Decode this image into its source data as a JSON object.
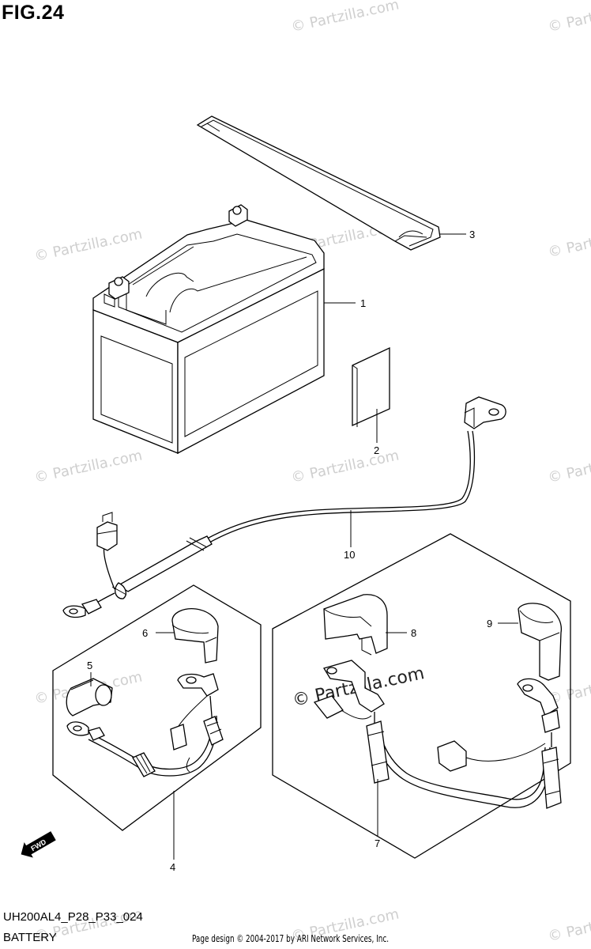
{
  "figure": {
    "title": "FIG.24",
    "code": "UH200AL4_P28_P33_024",
    "subtitle": "BATTERY",
    "credit": "Page design © 2004-2017 by ARI Network Services, Inc."
  },
  "watermark": {
    "text": "© Partzilla.com"
  },
  "fwd_label": "FWD",
  "callouts": [
    {
      "id": "1",
      "label": "1"
    },
    {
      "id": "2",
      "label": "2"
    },
    {
      "id": "3",
      "label": "3"
    },
    {
      "id": "4",
      "label": "4"
    },
    {
      "id": "5",
      "label": "5"
    },
    {
      "id": "6",
      "label": "6"
    },
    {
      "id": "7",
      "label": "7"
    },
    {
      "id": "8",
      "label": "8"
    },
    {
      "id": "9",
      "label": "9"
    },
    {
      "id": "10",
      "label": "10"
    }
  ]
}
